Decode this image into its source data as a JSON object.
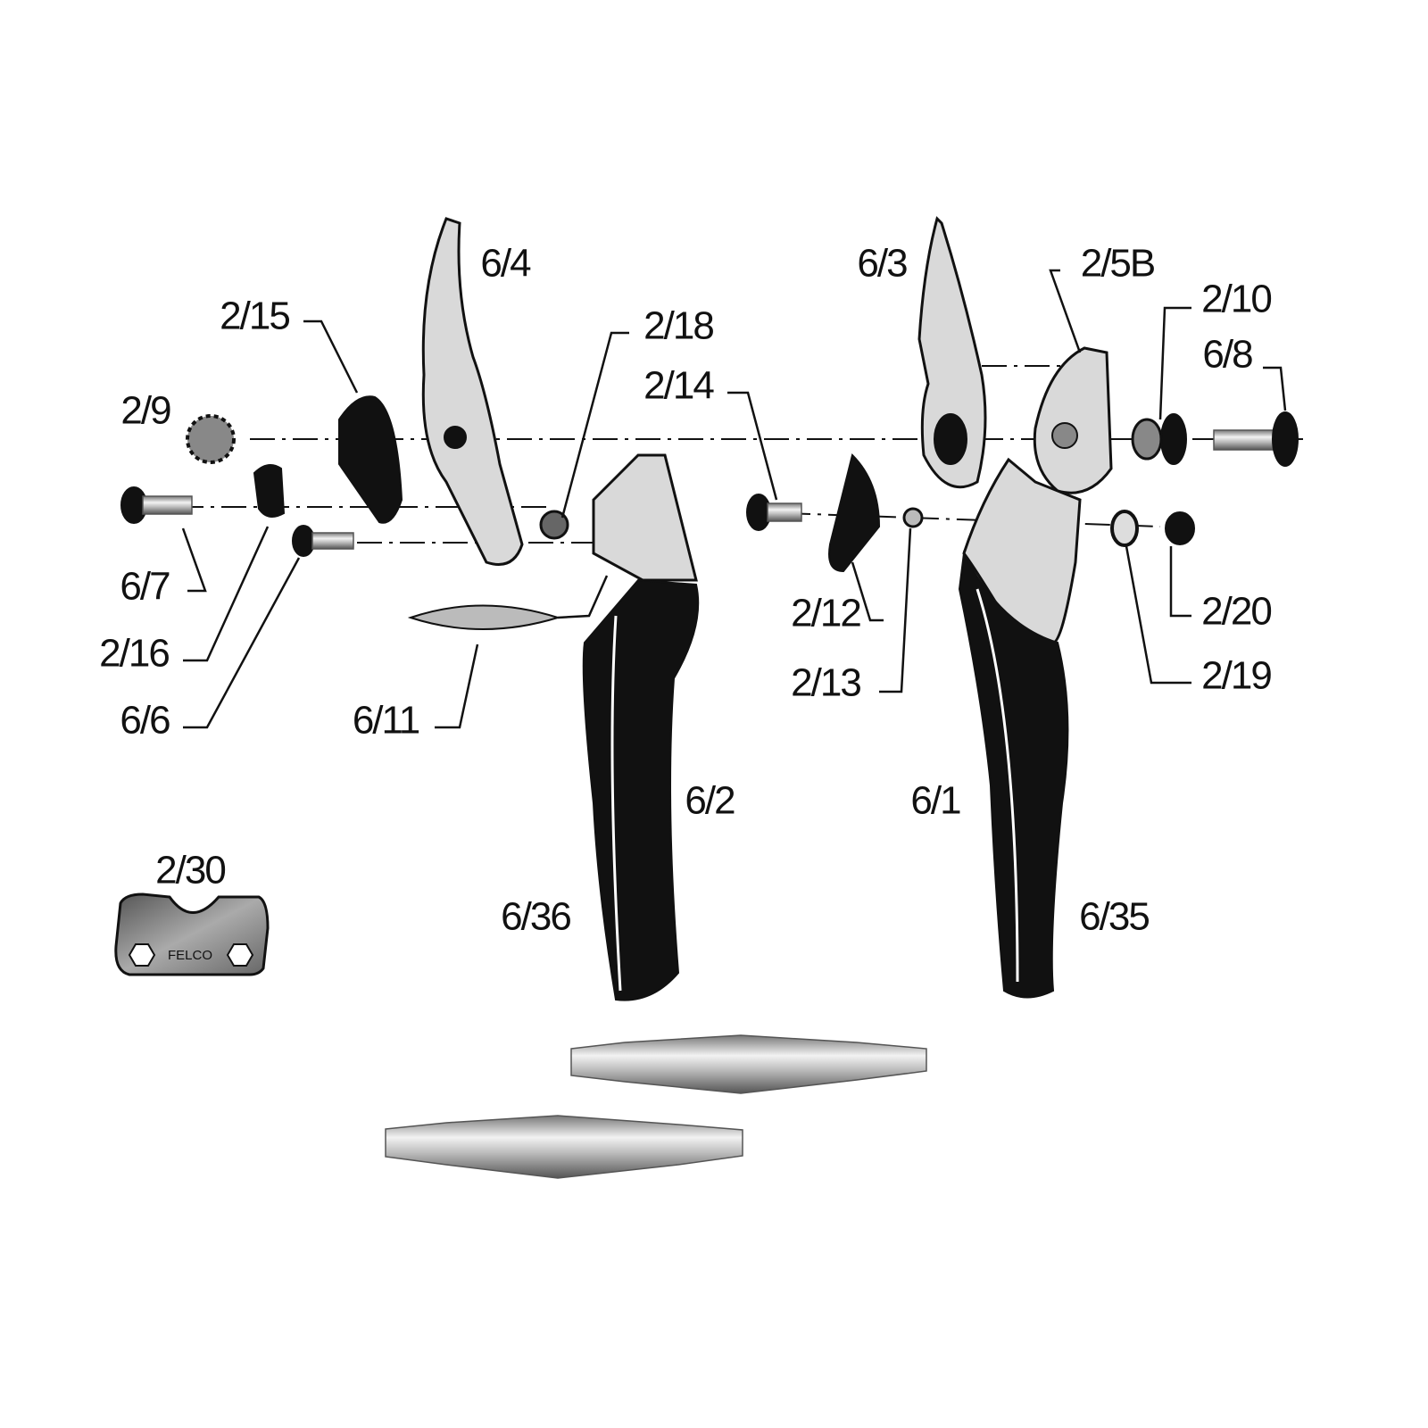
{
  "diagram": {
    "labels": {
      "p6_4": "6/4",
      "p2_15": "2/15",
      "p2_18": "2/18",
      "p2_9": "2/9",
      "p2_14": "2/14",
      "p6_7": "6/7",
      "p2_16": "2/16",
      "p6_6": "6/6",
      "p6_11": "6/11",
      "p6_3": "6/3",
      "p2_5B": "2/5B",
      "p2_10": "2/10",
      "p6_8": "6/8",
      "p2_12": "2/12",
      "p2_13": "2/13",
      "p2_20": "2/20",
      "p2_19": "2/19",
      "p6_2": "6/2",
      "p6_1": "6/1",
      "p6_36": "6/36",
      "p6_35": "6/35",
      "p2_30": "2/30"
    },
    "tool_logo": "FELCO"
  }
}
